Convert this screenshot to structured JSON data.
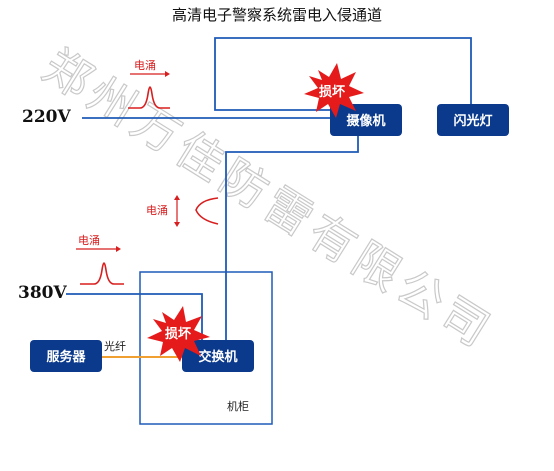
{
  "title": "高清电子警察系统雷电入侵通道",
  "watermark": "郑州万佳防雷有限公司",
  "inputs": {
    "v220": "220V",
    "v380": "380V"
  },
  "devices": {
    "camera": "摄像机",
    "flash": "闪光灯",
    "switch": "交换机",
    "server": "服务器"
  },
  "labels": {
    "surge_top": "电涌",
    "surge_mid": "电涌",
    "surge_bottom": "电涌",
    "fiber": "光纤",
    "cabinet": "机柜",
    "damage_camera": "损坏",
    "damage_switch": "损坏"
  },
  "colors": {
    "line_blue": "#1f5bb8",
    "box_navy": "#0b3a8c",
    "surge_red": "#d81e1e",
    "fiber_orange": "#f0a030",
    "burst_red": "#e51b1b"
  }
}
